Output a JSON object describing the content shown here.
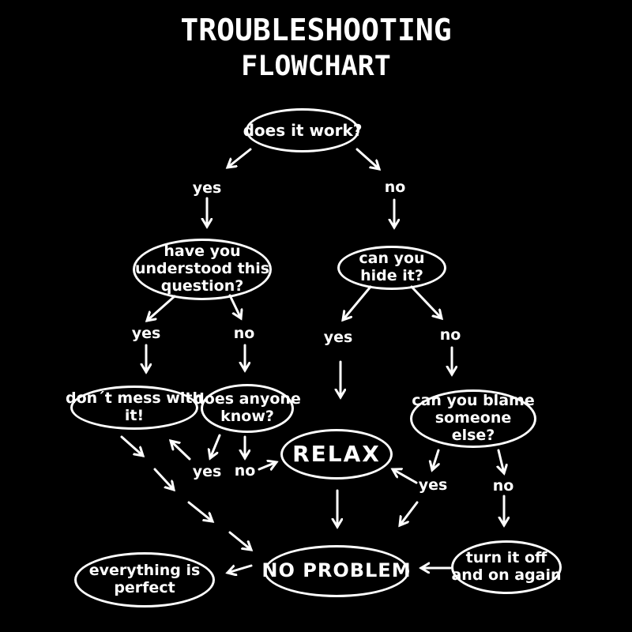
{
  "colors": {
    "background": "#000000",
    "foreground": "#ffffff"
  },
  "title": {
    "main": "TROUBLESHOOTING",
    "sub": "FLOWCHART"
  },
  "nodes": {
    "does_it_work": {
      "label": "does it work?"
    },
    "understood": {
      "label": "have you\nunderstood this\nquestion?"
    },
    "hide": {
      "label": "can you\nhide it?"
    },
    "dont_mess": {
      "label": "don´t mess with\nit!"
    },
    "anyone_know": {
      "label": "does anyone\nknow?"
    },
    "blame": {
      "label": "can you blame\nsomeone\nelse?"
    },
    "relax": {
      "label": "RELAX"
    },
    "no_problem": {
      "label": "NO PROBLEM"
    },
    "perfect": {
      "label": "everything is\nperfect"
    },
    "turn_off": {
      "label": "turn it off\nand on again"
    }
  },
  "edge_labels": {
    "work_yes": "yes",
    "work_no": "no",
    "understood_yes": "yes",
    "understood_no": "no",
    "hide_yes": "yes",
    "hide_no": "no",
    "know_yes": "yes",
    "know_no": "no",
    "blame_yes": "yes",
    "blame_no": "no"
  }
}
